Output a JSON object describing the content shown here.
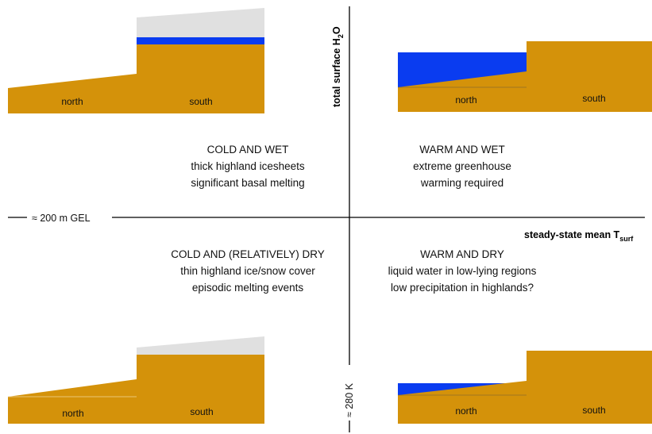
{
  "axes": {
    "y_label": "total surface H",
    "y_label_sub": "2",
    "y_label_end": "O",
    "x_label": "steady-state mean T",
    "x_label_sub": "surf",
    "h_marker": "≈ 200 m GEL",
    "v_marker": "≈ 280 K"
  },
  "quadrants": {
    "top_left": {
      "lines": [
        "COLD AND WET",
        "thick highland icesheets",
        "significant basal melting"
      ]
    },
    "top_right": {
      "lines": [
        "WARM AND WET",
        "extreme greenhouse",
        "warming required"
      ]
    },
    "bottom_left": {
      "lines": [
        "COLD AND (RELATIVELY) DRY",
        "thin highland ice/snow cover",
        "episodic melting events"
      ]
    },
    "bottom_right": {
      "lines": [
        "WARM AND DRY",
        "liquid water in low-lying regions",
        "low precipitation in highlands?"
      ]
    }
  },
  "panel_labels": {
    "north": "north",
    "south": "south"
  },
  "colors": {
    "terrain": "#d4920a",
    "water": "#0a3cf0",
    "ice": "#e0e0e0",
    "axis": "#000000",
    "background": "#ffffff"
  }
}
